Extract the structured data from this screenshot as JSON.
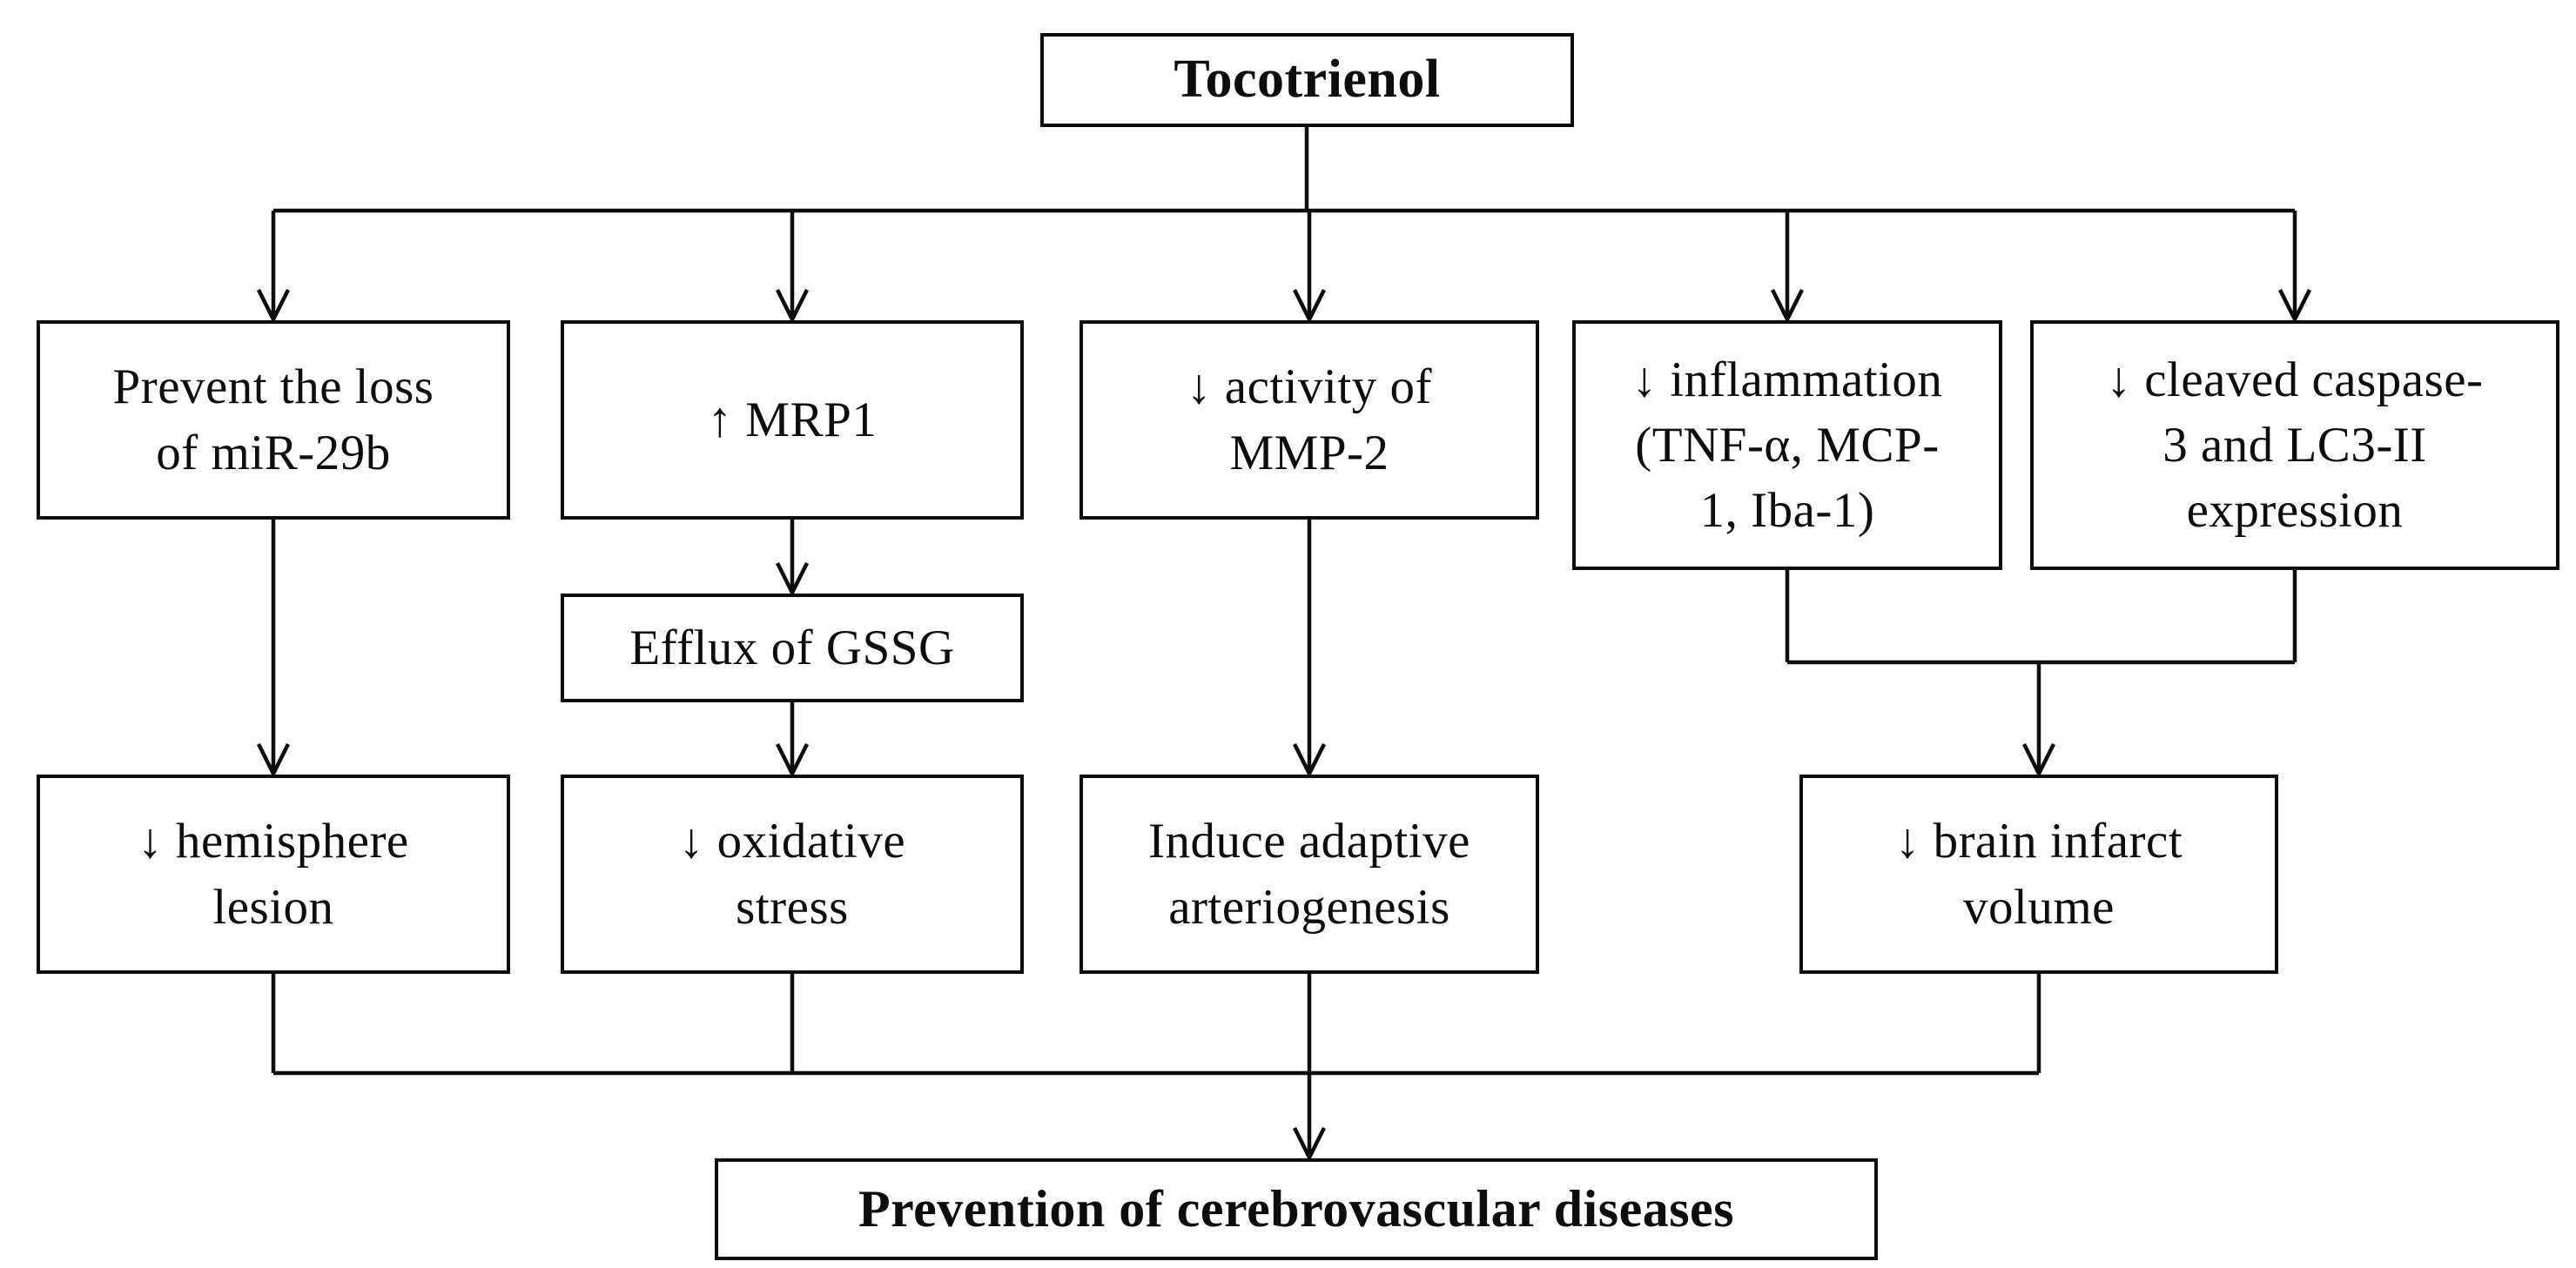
{
  "diagram": {
    "title": "Tocotrienol signalling flowchart",
    "colors": {
      "line": "#0d0d0d",
      "text": "#0d0d0d",
      "background": "#ffffff"
    },
    "nodes": {
      "tocotrienol": {
        "label": "Tocotrienol"
      },
      "mir29b": {
        "label": "Prevent the loss\nof miR-29b"
      },
      "mrp1": {
        "label": "↑ MRP1"
      },
      "mmp2": {
        "label": "↓ activity of\nMMP-2"
      },
      "inflammation": {
        "label": "↓ inflammation\n(TNF-α, MCP-\n1, Iba-1)"
      },
      "caspase": {
        "label": "↓ cleaved caspase-\n3 and LC3-II\nexpression"
      },
      "efflux": {
        "label": "Efflux of GSSG"
      },
      "hemisphere": {
        "label": "↓ hemisphere\nlesion"
      },
      "oxidative": {
        "label": "↓ oxidative\nstress"
      },
      "arteriogenesis": {
        "label": "Induce adaptive\narteriogenesis"
      },
      "infarct": {
        "label": "↓ brain infarct\nvolume"
      },
      "prevention": {
        "label": "Prevention of cerebrovascular diseases"
      }
    },
    "edges": [
      {
        "from": "Tocotrienol",
        "to": "Prevent the loss of miR-29b"
      },
      {
        "from": "Tocotrienol",
        "to": "↑ MRP1"
      },
      {
        "from": "Tocotrienol",
        "to": "↓ activity of MMP-2"
      },
      {
        "from": "Tocotrienol",
        "to": "↓ inflammation (TNF-α, MCP-1, Iba-1)"
      },
      {
        "from": "Tocotrienol",
        "to": "↓ cleaved caspase-3 and LC3-II expression"
      },
      {
        "from": "Prevent the loss of miR-29b",
        "to": "↓ hemisphere lesion"
      },
      {
        "from": "↑ MRP1",
        "to": "Efflux of GSSG"
      },
      {
        "from": "Efflux of GSSG",
        "to": "↓ oxidative stress"
      },
      {
        "from": "↓ activity of MMP-2",
        "to": "Induce adaptive arteriogenesis"
      },
      {
        "from": "↓ inflammation (TNF-α, MCP-1, Iba-1)",
        "to": "↓ brain infarct volume"
      },
      {
        "from": "↓ cleaved caspase-3 and LC3-II expression",
        "to": "↓ brain infarct volume"
      },
      {
        "from": "↓ hemisphere lesion",
        "to": "Prevention of cerebrovascular diseases"
      },
      {
        "from": "↓ oxidative stress",
        "to": "Prevention of cerebrovascular diseases"
      },
      {
        "from": "Induce adaptive arteriogenesis",
        "to": "Prevention of cerebrovascular diseases"
      },
      {
        "from": "↓ brain infarct volume",
        "to": "Prevention of cerebrovascular diseases"
      }
    ]
  }
}
